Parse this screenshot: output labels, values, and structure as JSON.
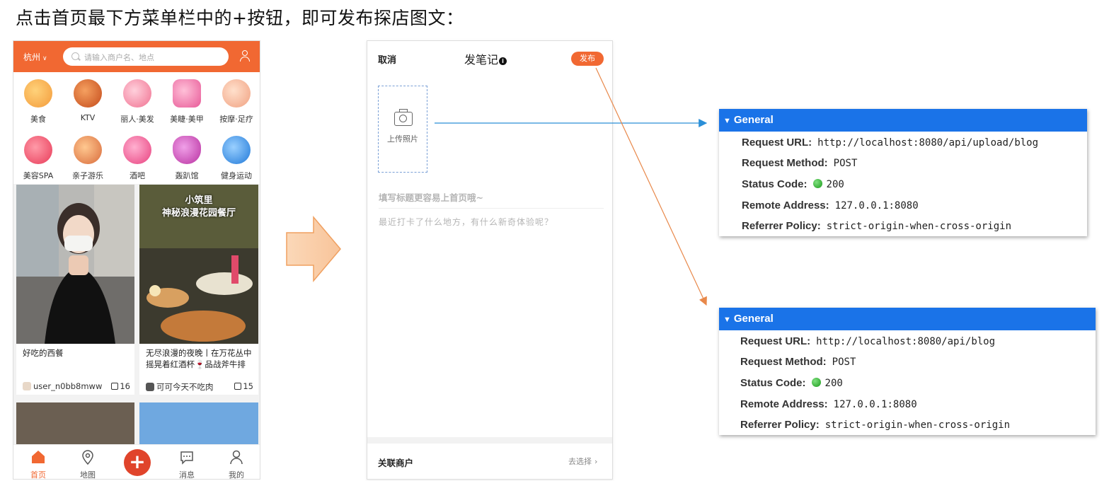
{
  "heading": "点击首页最下方菜单栏中的+按钮，即可发布探店图文：",
  "home": {
    "city": "杭州",
    "search_placeholder": "请输入商户名、地点",
    "categories": [
      {
        "label": "美食",
        "icon": "roast-chicken-icon",
        "color": "#f39a3a"
      },
      {
        "label": "KTV",
        "icon": "microphone-icon",
        "color": "#e06a2a"
      },
      {
        "label": "丽人·美发",
        "icon": "hair-icon",
        "color": "#f29ab0"
      },
      {
        "label": "美睫·美甲",
        "icon": "nail-icon",
        "color": "#f07aa8"
      },
      {
        "label": "按摩·足疗",
        "icon": "foot-icon",
        "color": "#f5b49a"
      },
      {
        "label": "美容SPA",
        "icon": "face-mask-icon",
        "color": "#f0566e"
      },
      {
        "label": "亲子游乐",
        "icon": "parent-child-icon",
        "color": "#e98a5a"
      },
      {
        "label": "酒吧",
        "icon": "cocktail-icon",
        "color": "#f25a9a"
      },
      {
        "label": "轰趴馆",
        "icon": "party-mask-icon",
        "color": "#d23fb0"
      },
      {
        "label": "健身运动",
        "icon": "dumbbell-icon",
        "color": "#2e8ee8"
      }
    ],
    "posts": [
      {
        "title": "好吃的西餐",
        "user": "user_n0bb8mww",
        "likes": "16"
      },
      {
        "title": "无尽浪漫的夜晚丨在万花丛中摇晃着红酒杯🍷品战斧牛排",
        "user": "可可今天不吃肉",
        "likes": "15",
        "image_caption": "小筑里\n神秘浪漫花园餐厅"
      }
    ],
    "tabs": [
      {
        "label": "首页",
        "active": true
      },
      {
        "label": "地图"
      },
      {
        "label": "消息"
      },
      {
        "label": "我的"
      }
    ],
    "plus": "+"
  },
  "editor": {
    "cancel": "取消",
    "title": "发笔记",
    "info_icon": "i",
    "publish": "发布",
    "upload_label": "上传照片",
    "title_placeholder": "填写标题更容易上首页哦~",
    "content_placeholder": "最近打卡了什么地方，有什么新奇体验呢？",
    "shop_label": "关联商户",
    "shop_choose": "去选择",
    "chevron": "›"
  },
  "requests": [
    {
      "header": "General",
      "url_label": "Request URL:",
      "url": "http://localhost:8080/api/upload/blog",
      "method_label": "Request Method:",
      "method": "POST",
      "status_label": "Status Code:",
      "status": "200",
      "remote_label": "Remote Address:",
      "remote": "127.0.0.1:8080",
      "policy_label": "Referrer Policy:",
      "policy": "strict-origin-when-cross-origin"
    },
    {
      "header": "General",
      "url_label": "Request URL:",
      "url": "http://localhost:8080/api/blog",
      "method_label": "Request Method:",
      "method": "POST",
      "status_label": "Status Code:",
      "status": "200",
      "remote_label": "Remote Address:",
      "remote": "127.0.0.1:8080",
      "policy_label": "Referrer Policy:",
      "policy": "strict-origin-when-cross-origin"
    }
  ],
  "colors": {
    "accent": "#f16832",
    "devtools_blue": "#1a73e8",
    "status_ok": "#1b9a1b",
    "upload_arrow": "#2a8fd8",
    "publish_arrow": "#e8884a"
  }
}
